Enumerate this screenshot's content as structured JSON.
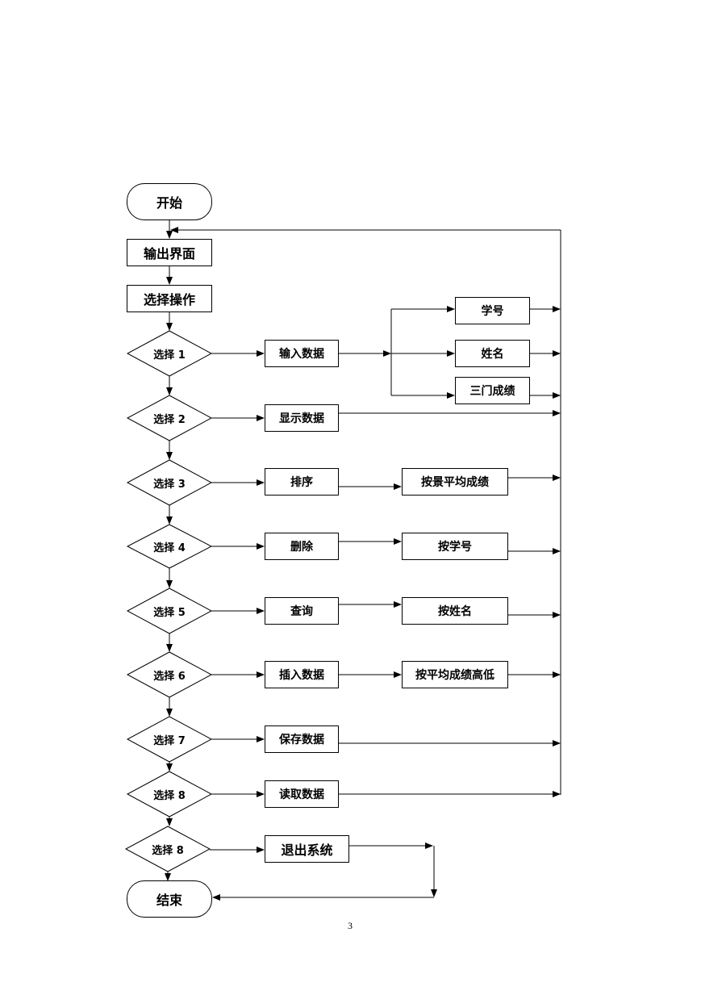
{
  "flowchart": {
    "start": "开始",
    "output_ui": "输出界面",
    "select_op": "选择操作",
    "decisions": [
      "选择 1",
      "选择 2",
      "选择 3",
      "选择 4",
      "选择 5",
      "选择 6",
      "选择 7",
      "选择 8",
      "选择 8"
    ],
    "actions": [
      "输入数据",
      "显示数据",
      "排序",
      "删除",
      "查询",
      "插入数据",
      "保存数据",
      "读取数据",
      "退出系统"
    ],
    "input_fields": [
      "学号",
      "姓名",
      "三门成绩"
    ],
    "criteria": [
      "按景平均成绩",
      "按学号",
      "按姓名",
      "按平均成绩高低"
    ],
    "end": "结束"
  },
  "page_number": "3"
}
